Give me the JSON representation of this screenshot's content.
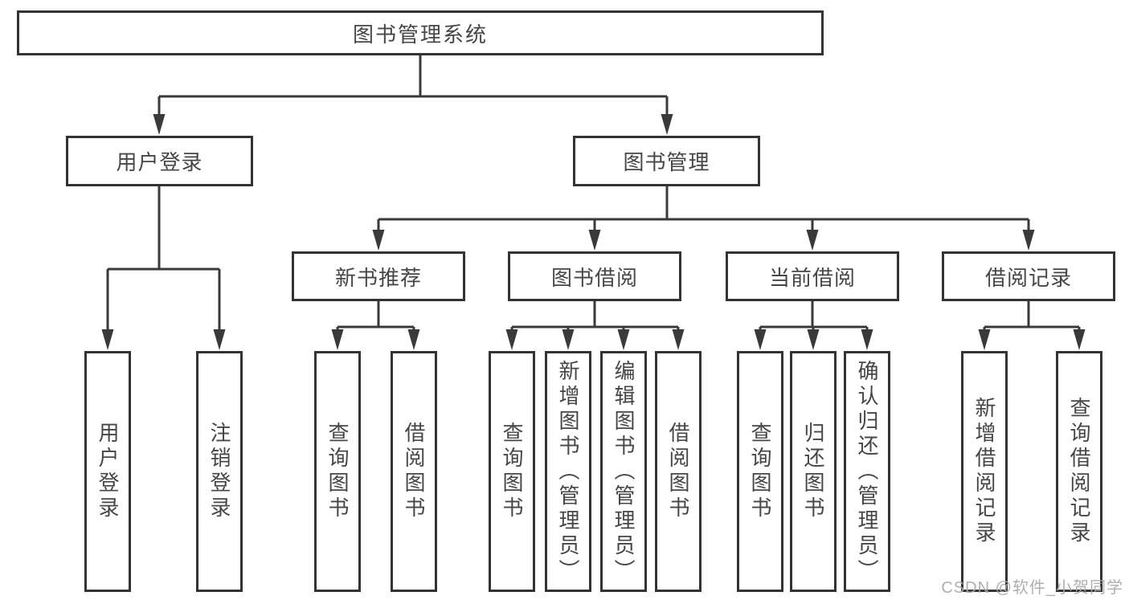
{
  "tree": {
    "root": {
      "label": "图书管理系统"
    },
    "branches": [
      {
        "label": "用户登录",
        "children": [
          {
            "label": "用户登录"
          },
          {
            "label": "注销登录"
          }
        ]
      },
      {
        "label": "图书管理",
        "children": [
          {
            "label": "新书推荐",
            "children": [
              {
                "label": "查询图书"
              },
              {
                "label": "借阅图书"
              }
            ]
          },
          {
            "label": "图书借阅",
            "children": [
              {
                "label": "查询图书"
              },
              {
                "label": "新增图书（管理员）"
              },
              {
                "label": "编辑图书（管理员）"
              },
              {
                "label": "借阅图书"
              }
            ]
          },
          {
            "label": "当前借阅",
            "children": [
              {
                "label": "查询图书"
              },
              {
                "label": "归还图书"
              },
              {
                "label": "确认归还（管理员）"
              }
            ]
          },
          {
            "label": "借阅记录",
            "children": [
              {
                "label": "新增借阅记录"
              },
              {
                "label": "查询借阅记录"
              }
            ]
          }
        ]
      }
    ]
  },
  "colors": {
    "line": "#3a3a3a",
    "border": "#333333",
    "text": "#464646",
    "watermark": "#a8a8a8"
  },
  "watermark": {
    "text": "CSDN @软件_小贺同学"
  }
}
